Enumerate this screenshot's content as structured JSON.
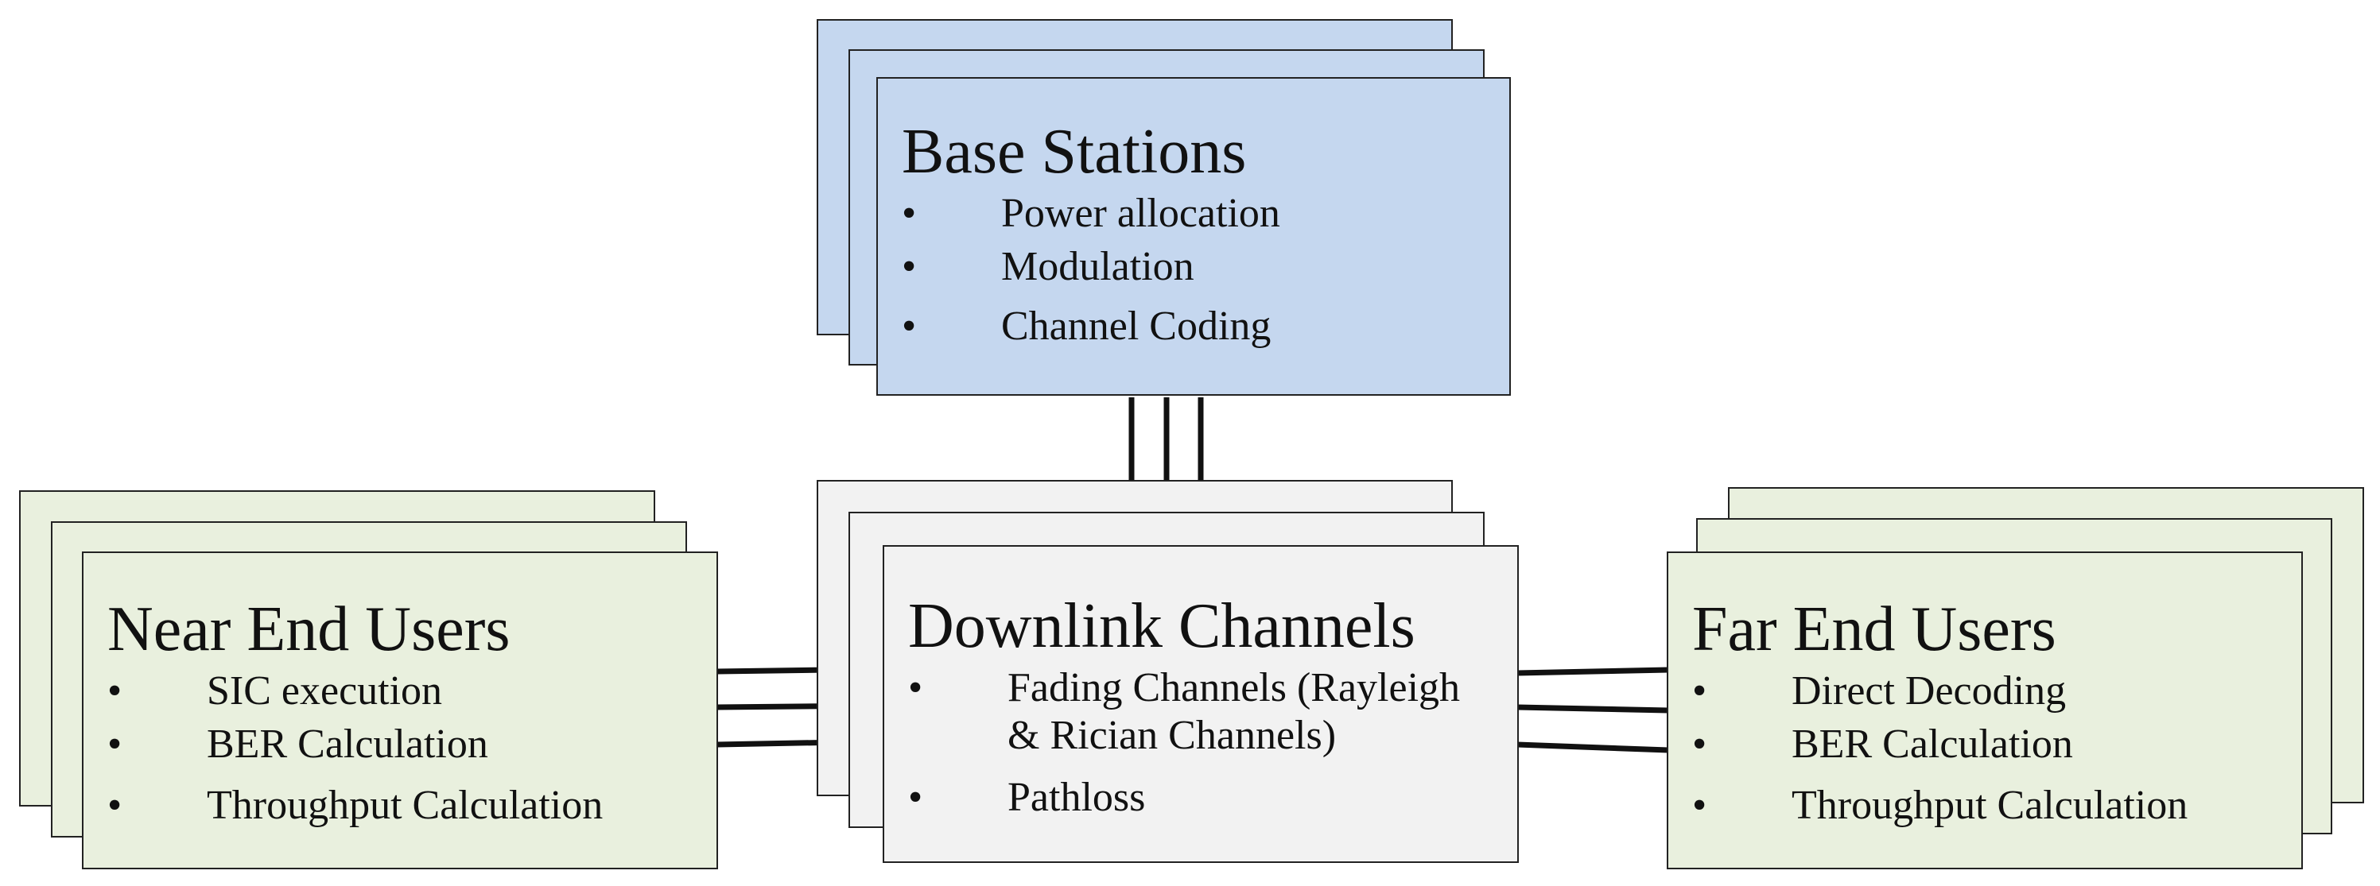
{
  "base_stations": {
    "title": "Base Stations",
    "items": [
      "Power allocation",
      "Modulation",
      "Channel Coding"
    ]
  },
  "downlink_channels": {
    "title": "Downlink Channels",
    "items": [
      "Fading Channels (Rayleigh & Rician Channels)",
      "Pathloss"
    ]
  },
  "near_end_users": {
    "title": "Near End Users",
    "items": [
      "SIC execution",
      "BER Calculation",
      "Throughput Calculation"
    ]
  },
  "far_end_users": {
    "title": "Far End Users",
    "items": [
      "Direct Decoding",
      "BER Calculation",
      "Throughput Calculation"
    ]
  },
  "colors": {
    "base_stations_fill": "#c5d7ef",
    "downlink_channels_fill": "#f2f2f2",
    "users_fill": "#e9f0de",
    "outline": "#222222"
  }
}
